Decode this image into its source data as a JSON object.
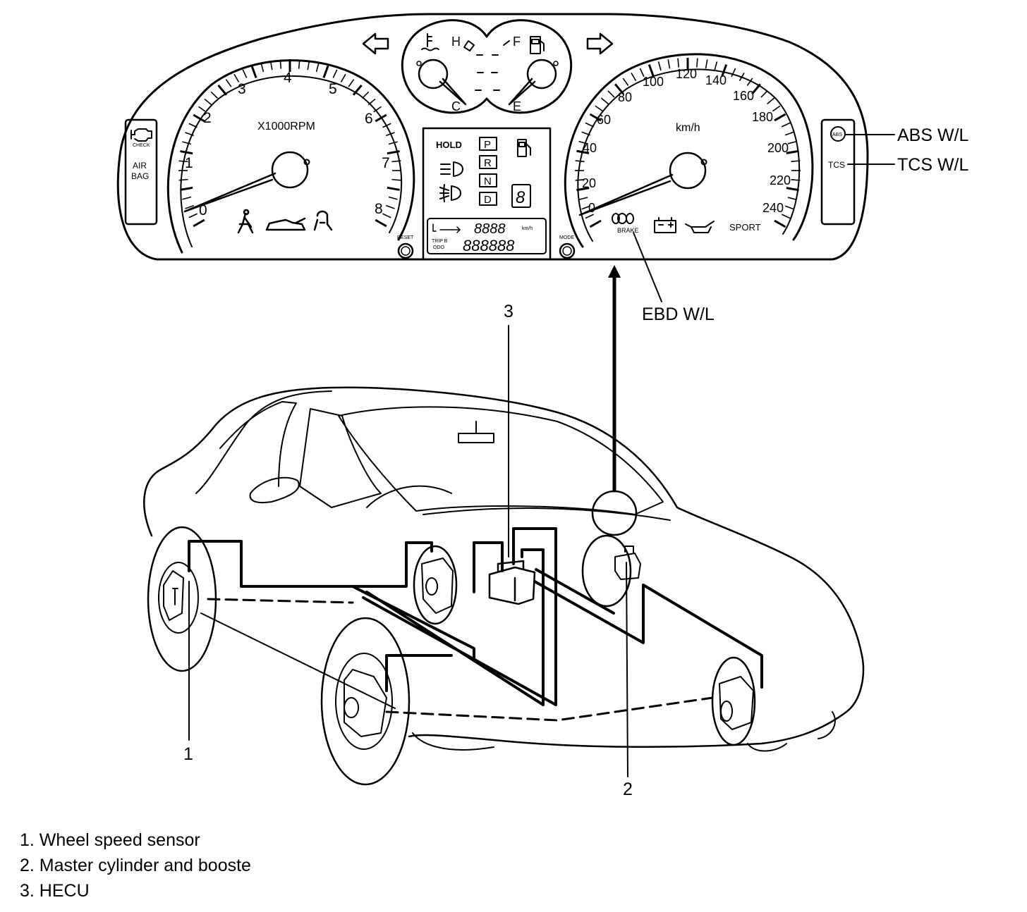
{
  "cluster": {
    "tach_numbers": [
      "0",
      "1",
      "2",
      "3",
      "4",
      "5",
      "6",
      "7",
      "8"
    ],
    "tach_unit": "X1000RPM",
    "speed_numbers": [
      "0",
      "20",
      "40",
      "60",
      "80",
      "100",
      "120",
      "140",
      "160",
      "180",
      "200",
      "220",
      "240"
    ],
    "speed_unit": "km/h",
    "temp_hot": "H",
    "temp_cold": "C",
    "fuel_full": "F",
    "fuel_empty": "E",
    "check_text": "CHECK",
    "airbag_line1": "AIR",
    "airbag_line2": "BAG",
    "hold_text": "HOLD",
    "gears": [
      "P",
      "R",
      "N",
      "D"
    ],
    "digit_glyph": "8",
    "odo_top": "8888",
    "odo_bottom": "888888",
    "odo_unit": "km/h",
    "trip_label": "TRIP B",
    "odo_label": "ODO",
    "reset_label": "RESET",
    "mode_label": "MODE",
    "brake_label": "BRAKE",
    "sport_label": "SPORT",
    "abs_icon_text": "ABS",
    "tcs_icon_text": "TCS"
  },
  "callouts": {
    "abs": "ABS W/L",
    "tcs": "TCS W/L",
    "ebd": "EBD W/L",
    "n1": "1",
    "n2": "2",
    "n3": "3"
  },
  "legend": [
    "1. Wheel speed sensor",
    "2. Master cylinder and booste",
    "3. HECU"
  ]
}
